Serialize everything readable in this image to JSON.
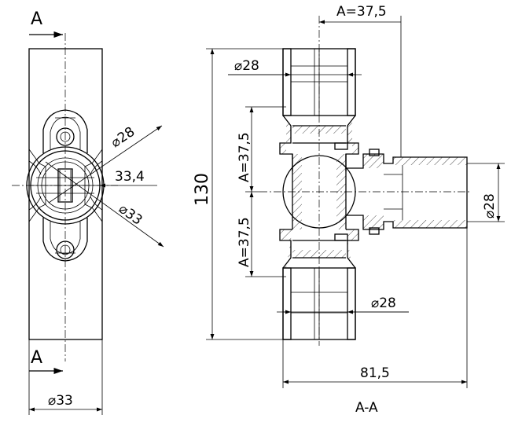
{
  "left_view": {
    "section_label_top": "A",
    "section_label_bottom": "A",
    "dim_diameter_inner": "⌀28",
    "dim_width": "33,4",
    "dim_diameter_outer": "⌀33",
    "dim_bottom_diameter": "⌀33"
  },
  "right_view": {
    "dim_top_offset": "A=37,5",
    "dim_top_diameter": "⌀28",
    "dim_height": "130",
    "dim_upper_half": "A=37,5",
    "dim_lower_half": "A=37,5",
    "dim_branch_diameter": "⌀28",
    "dim_bottom_diameter": "⌀28",
    "dim_overall_width": "81,5",
    "section_title": "A-A"
  }
}
